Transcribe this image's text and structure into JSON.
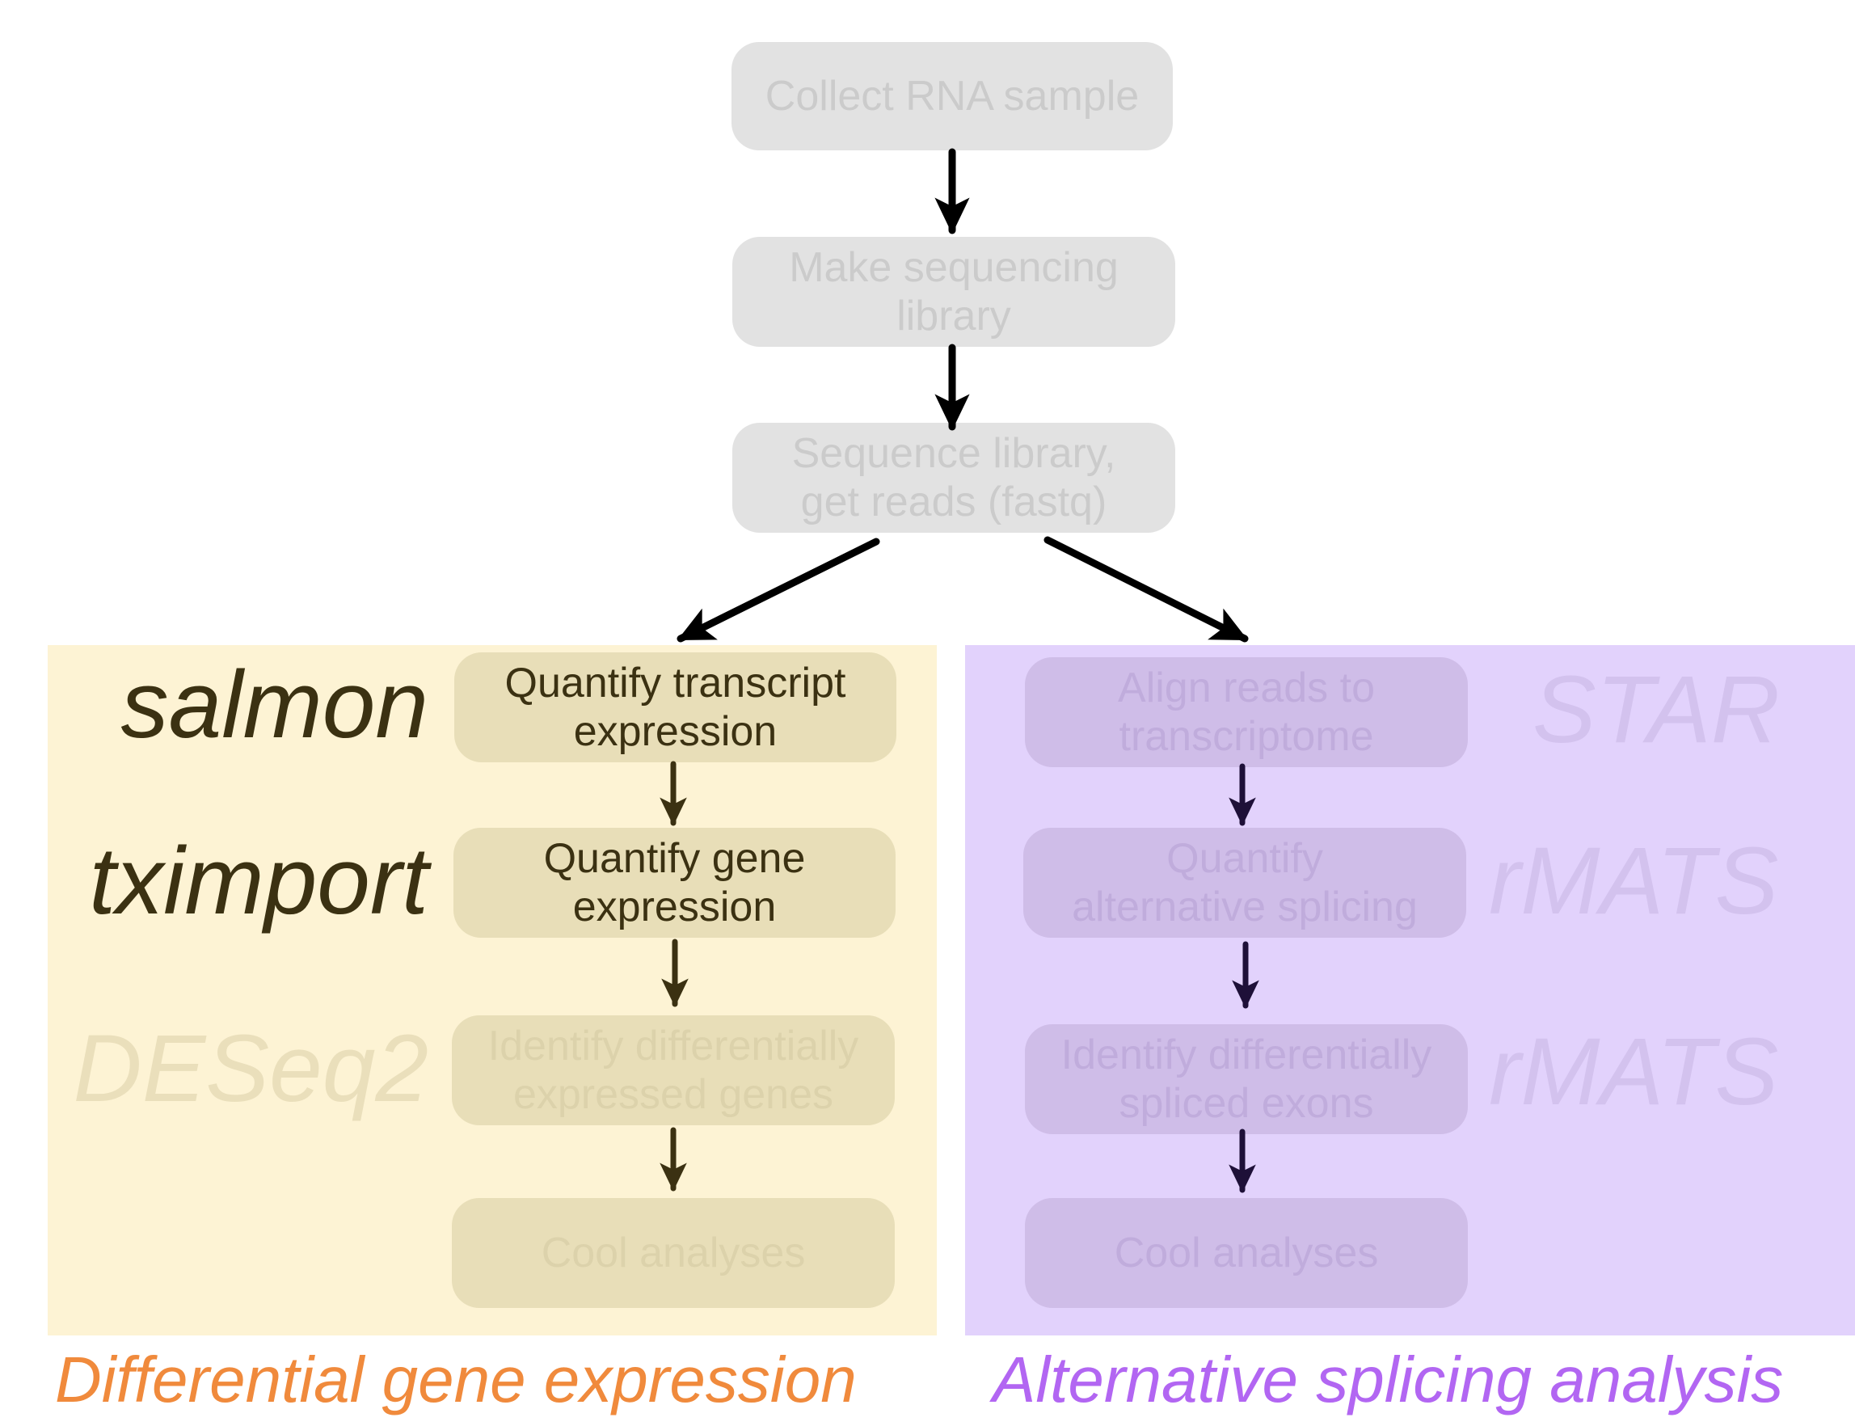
{
  "colors": {
    "arrow_main": "#000000",
    "arrow_left": "#3b3112",
    "arrow_right": "#1e1038",
    "left_panel": "#fdf3d4",
    "right_panel": "#e2d2fc",
    "footer_left": "#f08a3c",
    "footer_right": "#b266f2"
  },
  "top_steps": [
    {
      "label": "Collect RNA sample"
    },
    {
      "label": "Make sequencing\nlibrary"
    },
    {
      "label": "Sequence library,\nget reads (fastq)"
    }
  ],
  "left_branch": {
    "title": "Differential gene expression",
    "steps": [
      {
        "label": "Quantify transcript\nexpression",
        "tool": "salmon",
        "highlighted": true
      },
      {
        "label": "Quantify gene\nexpression",
        "tool": "tximport",
        "highlighted": true
      },
      {
        "label": "Identify differentially\nexpressed genes",
        "tool": "DESeq2",
        "highlighted": false
      },
      {
        "label": "Cool analyses",
        "tool": "",
        "highlighted": false
      }
    ]
  },
  "right_branch": {
    "title": "Alternative splicing analysis",
    "steps": [
      {
        "label": "Align reads to\ntranscriptome",
        "tool": "STAR",
        "highlighted": false
      },
      {
        "label": "Quantify\nalternative splicing",
        "tool": "rMATS",
        "highlighted": false
      },
      {
        "label": "Identify differentially\nspliced exons",
        "tool": "rMATS",
        "highlighted": false
      },
      {
        "label": "Cool analyses",
        "tool": "",
        "highlighted": false
      }
    ]
  }
}
